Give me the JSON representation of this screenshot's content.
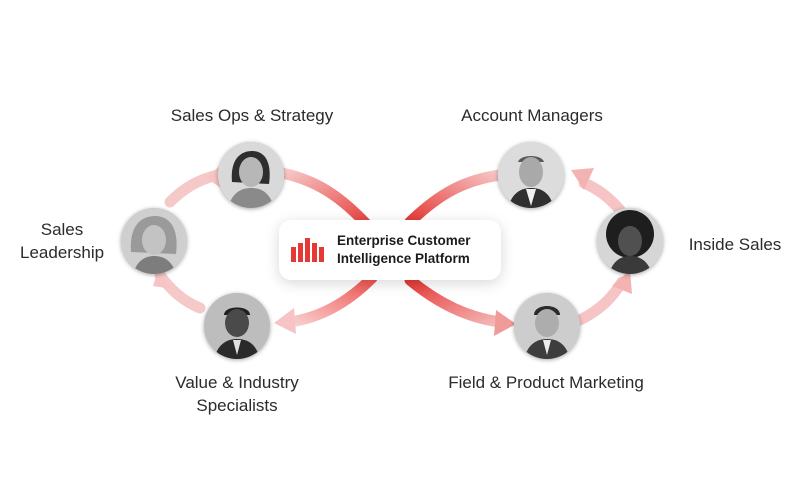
{
  "platform": {
    "title_line1": "Enterprise Customer",
    "title_line2": "Intelligence Platform",
    "logo_icon": "bar-chart-logo-icon",
    "accent_color": "#e53935"
  },
  "roles": {
    "sales_ops": "Sales Ops & Strategy",
    "sales_leadership_line1": "Sales",
    "sales_leadership_line2": "Leadership",
    "value_specialists_line1": "Value & Industry",
    "value_specialists_line2": "Specialists",
    "account_managers": "Account Managers",
    "inside_sales": "Inside Sales",
    "field_marketing": "Field & Product Marketing"
  },
  "colors": {
    "arrow_start": "#e53935",
    "arrow_end": "#f7c9c9"
  }
}
